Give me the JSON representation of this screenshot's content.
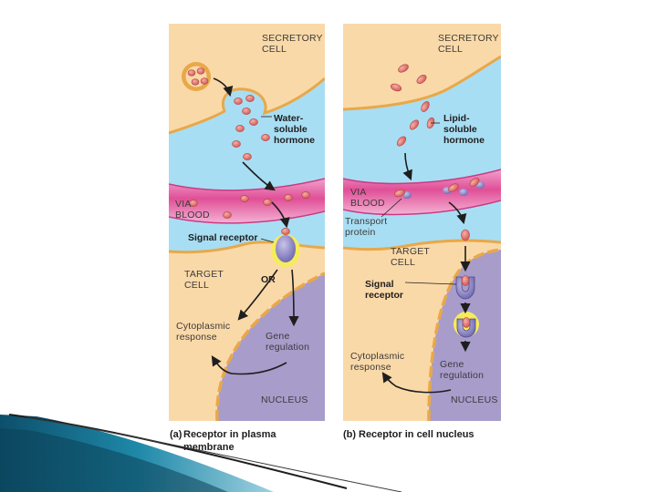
{
  "panel_a": {
    "secretory_cell": [
      "SECRETORY",
      "CELL"
    ],
    "hormone": [
      "Water-",
      "soluble",
      "hormone"
    ],
    "via_blood": [
      "VIA",
      "BLOOD"
    ],
    "signal_receptor": "Signal receptor",
    "target_cell": [
      "TARGET",
      "CELL"
    ],
    "or": "OR",
    "cytoplasmic_response": [
      "Cytoplasmic",
      "response"
    ],
    "gene_regulation": [
      "Gene",
      "regulation"
    ],
    "nucleus": "NUCLEUS",
    "caption_letter": "(a)",
    "caption": [
      "Receptor in plasma",
      "membrane"
    ]
  },
  "panel_b": {
    "secretory_cell": [
      "SECRETORY",
      "CELL"
    ],
    "hormone": [
      "Lipid-",
      "soluble",
      "hormone"
    ],
    "via_blood": [
      "VIA",
      "BLOOD"
    ],
    "transport_protein": [
      "Transport",
      "protein"
    ],
    "target_cell": [
      "TARGET",
      "CELL"
    ],
    "signal_receptor": [
      "Signal",
      "receptor"
    ],
    "cytoplasmic_response": [
      "Cytoplasmic",
      "response"
    ],
    "gene_regulation": [
      "Gene",
      "regulation"
    ],
    "nucleus": "NUCLEUS",
    "caption_letter": "(b)",
    "caption": [
      "Receptor in cell nucleus"
    ]
  },
  "colors": {
    "cell": "#fad9a8",
    "fluid": "#a8def3",
    "blood_vessel": "#e878b3",
    "nucleus": "#a89ccb",
    "membrane": "#e8a84a",
    "hormone": "#e07878",
    "receptor": "#8a84c4",
    "slide_accent": "#1e88a8"
  }
}
